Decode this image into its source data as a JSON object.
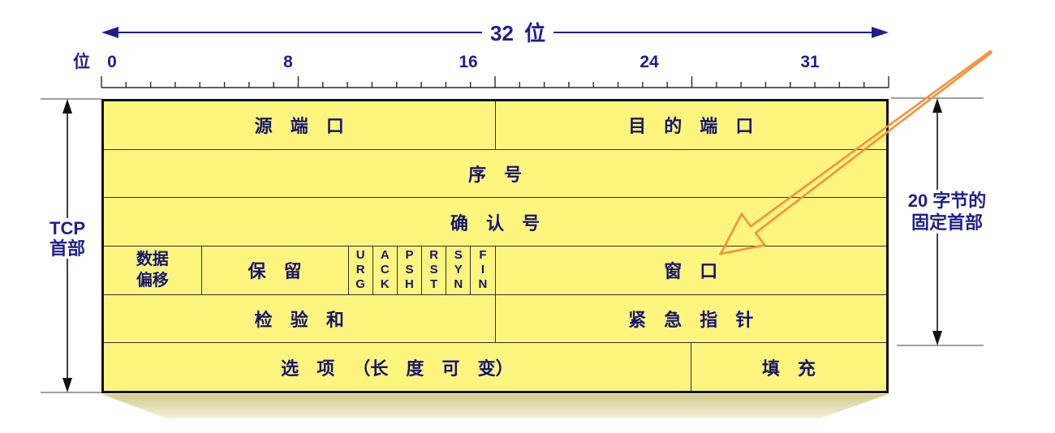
{
  "header": {
    "width_label": "32 位",
    "bit_axis_label": "位",
    "bit_ticks": [
      "0",
      "8",
      "16",
      "24",
      "31"
    ]
  },
  "left_label": {
    "line1": "TCP",
    "line2": "首部"
  },
  "right_label": {
    "line1": "20 字节的",
    "line2": "固定首部"
  },
  "fields": {
    "source_port": "源 端 口",
    "destination_port": "目 的 端 口",
    "sequence_number": "序 号",
    "acknowledgment_number": "确 认 号",
    "data_offset": [
      "数据",
      "偏移"
    ],
    "reserved": "保 留",
    "flags": [
      "URG",
      "ACK",
      "PSH",
      "RST",
      "SYN",
      "FIN"
    ],
    "window": "窗 口",
    "checksum": "检 验 和",
    "urgent_pointer": "紧 急 指 针",
    "options": "选 项 （长 度 可 变）",
    "padding": "填 充"
  },
  "colors": {
    "field_fill": "#fdf57e",
    "field_text": "#15156b",
    "label_text": "#1f1f8c",
    "table_border": "#111111",
    "divider": "#333333",
    "highlight_arrow": "#f5913a"
  }
}
